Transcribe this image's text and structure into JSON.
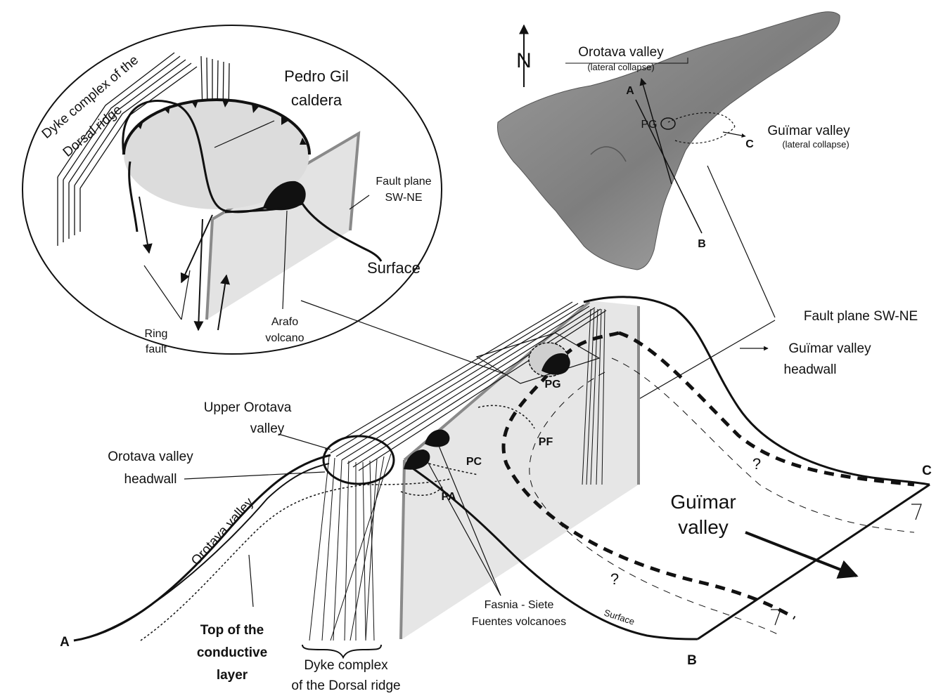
{
  "inset": {
    "dyke_complex_label": [
      "Dyke complex of the",
      "Dorsal ridge"
    ],
    "caldera_label": [
      "Pedro Gil",
      "caldera"
    ],
    "fault_plane_label": [
      "Fault plane",
      "SW-NE"
    ],
    "surface_label": "Surface",
    "ring_fault_label": [
      "Ring",
      "fault"
    ],
    "arafo_label": [
      "Arafo",
      "volcano"
    ]
  },
  "map": {
    "north_label": "N",
    "orotava_label": "Orotava valley",
    "orotava_sub": "(lateral collapse)",
    "guimar_label": "Guïmar valley",
    "guimar_sub": "(lateral collapse)",
    "pg_label": "PG",
    "point_a": "A",
    "point_b": "B",
    "point_c": "C"
  },
  "block": {
    "fault_plane_label": "Fault plane SW-NE",
    "guimar_headwall": [
      "Guïmar valley",
      "headwall"
    ],
    "upper_orotava": [
      "Upper Orotava",
      "valley"
    ],
    "orotava_headwall": [
      "Orotava valley",
      "headwall"
    ],
    "orotava_valley": "Orotava valley",
    "top_conductive": [
      "Top of the",
      "conductive",
      "layer"
    ],
    "dyke_complex": [
      "Dyke complex",
      "of the Dorsal ridge"
    ],
    "fasnia": [
      "Fasnia - Siete",
      "Fuentes volcanoes"
    ],
    "surface": "Surface",
    "guimar_valley": [
      "Guïmar",
      "valley"
    ],
    "pg": "PG",
    "pf": "PF",
    "pc": "PC",
    "pa": "PA",
    "question_1": "?",
    "question_2": "?",
    "corner_a": "A",
    "corner_b": "B",
    "corner_c": "C"
  }
}
